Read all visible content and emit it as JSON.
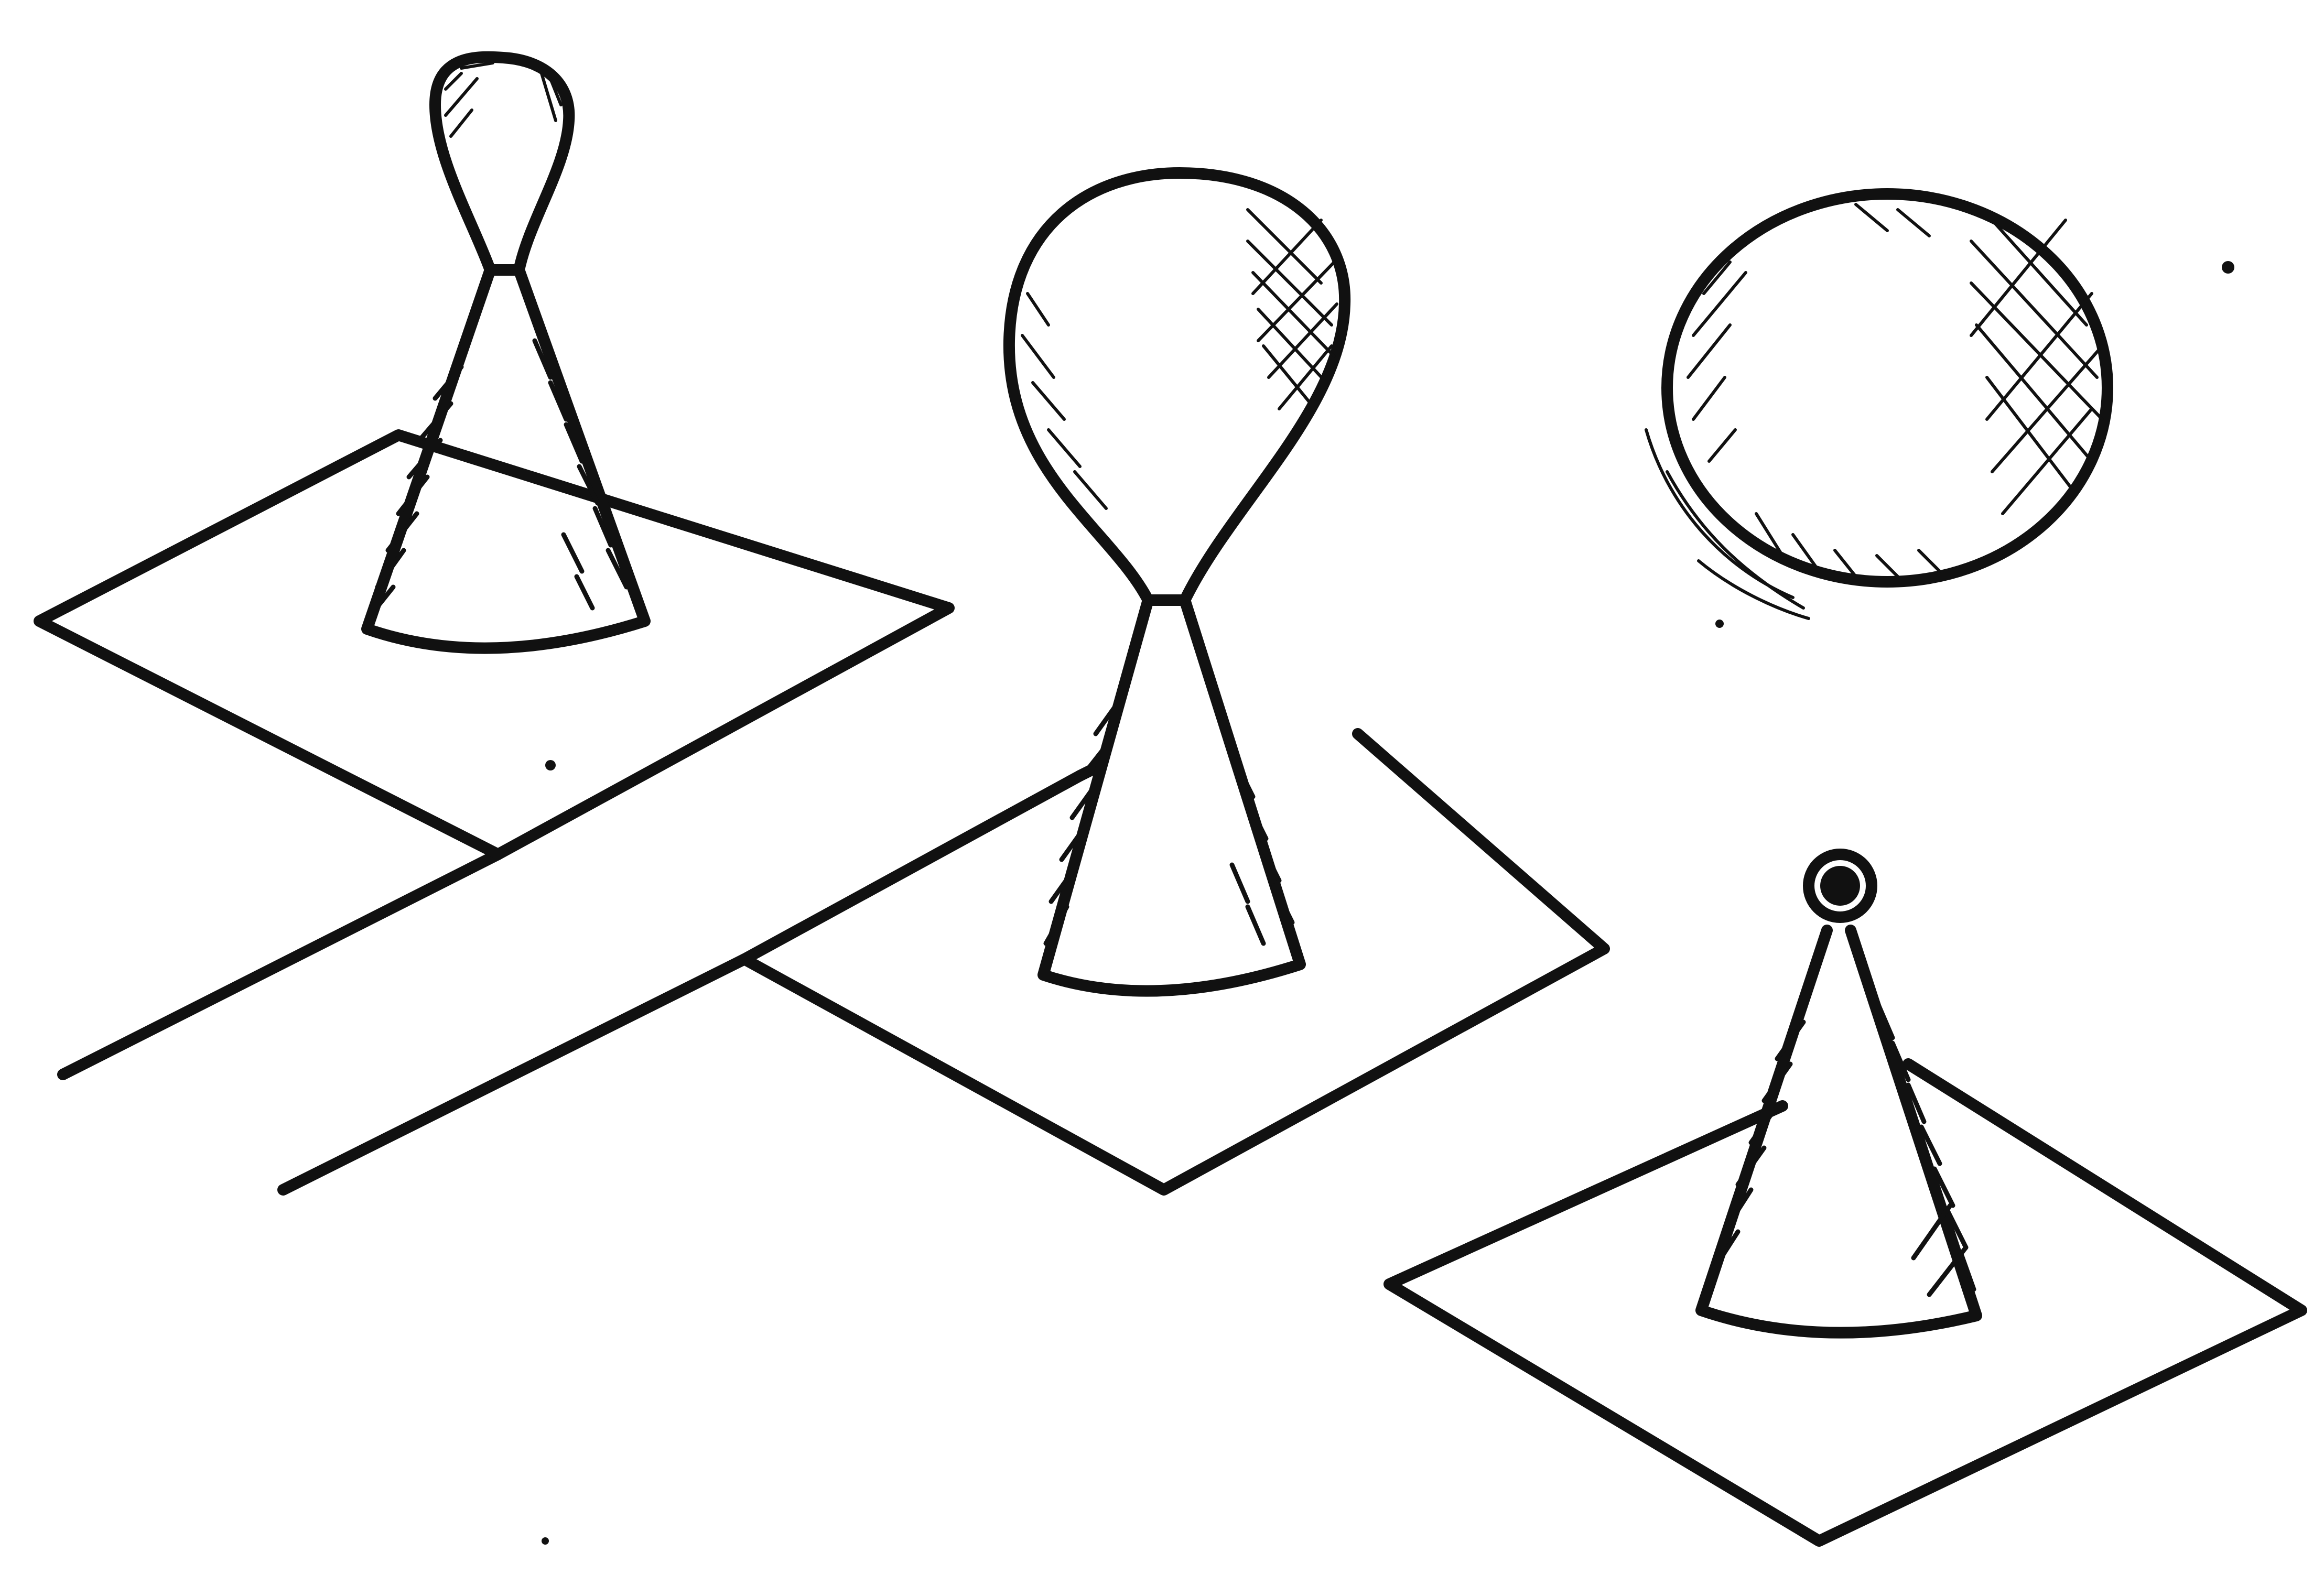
{
  "scene": {
    "ink_color": "#111111",
    "paper_color": "#ffffff",
    "objects": [
      {
        "name": "small-bulb-cone-on-square",
        "shape": "cone with small bulb top"
      },
      {
        "name": "large-bulb-cone-on-square",
        "shape": "cone with large bulb top"
      },
      {
        "name": "floating-sphere",
        "shape": "hatched sphere with motion lines"
      },
      {
        "name": "point-cone-on-square",
        "shape": "cone with tiny knob top"
      }
    ]
  }
}
